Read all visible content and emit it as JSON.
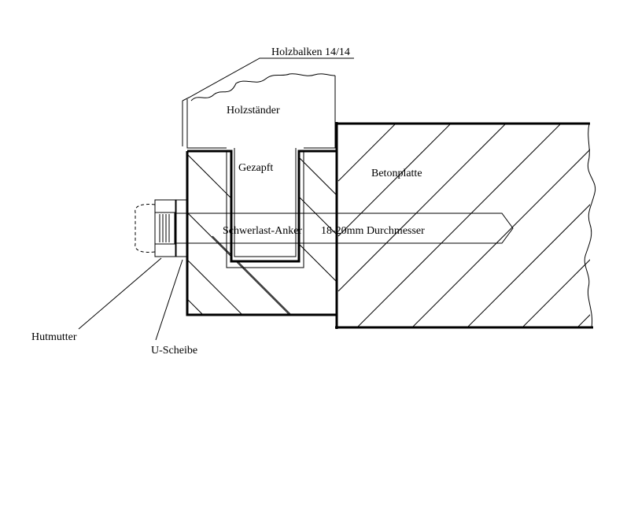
{
  "labels": {
    "beam": "Holzbalken 14/14",
    "post": "Holzständer",
    "tenon": "Gezapft",
    "slab": "Betonplatte",
    "anchor": "Schwerlast-Anker",
    "diameter": "18-20mm Durchmesser",
    "nut": "Hutmutter",
    "washer": "U-Scheibe"
  },
  "colors": {
    "line": "#000000",
    "background": "#ffffff"
  }
}
